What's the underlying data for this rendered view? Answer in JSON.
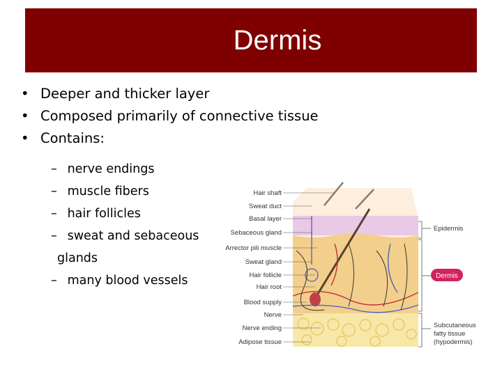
{
  "slide": {
    "title": "Dermis",
    "bullets": [
      "Deeper and thicker layer",
      "Composed primarily of connective tissue",
      "Contains:"
    ],
    "sub_items": [
      "nerve endings",
      "muscle fibers",
      "hair follicles",
      "sweat and sebaceous",
      "glands",
      "many blood vessels"
    ]
  },
  "figure": {
    "left_labels": [
      "Hair shaft",
      "Sweat duct",
      "Basal layer",
      "Sebaceous gland",
      "Arrector pili muscle",
      "Sweat gland",
      "Hair follicle",
      "Hair root",
      "Blood supply",
      "Nerve",
      "Nerve ending",
      "Adipose tissue"
    ],
    "right_labels": {
      "epidermis": "Epidermis",
      "dermis": "Dermis",
      "subcutaneous_1": "Subcutaneous",
      "subcutaneous_2": "fatty tissue",
      "subcutaneous_3": "(hypodermis)"
    }
  },
  "colors": {
    "title_bg": "#7f0000",
    "dermis_badge": "#d2235f"
  }
}
